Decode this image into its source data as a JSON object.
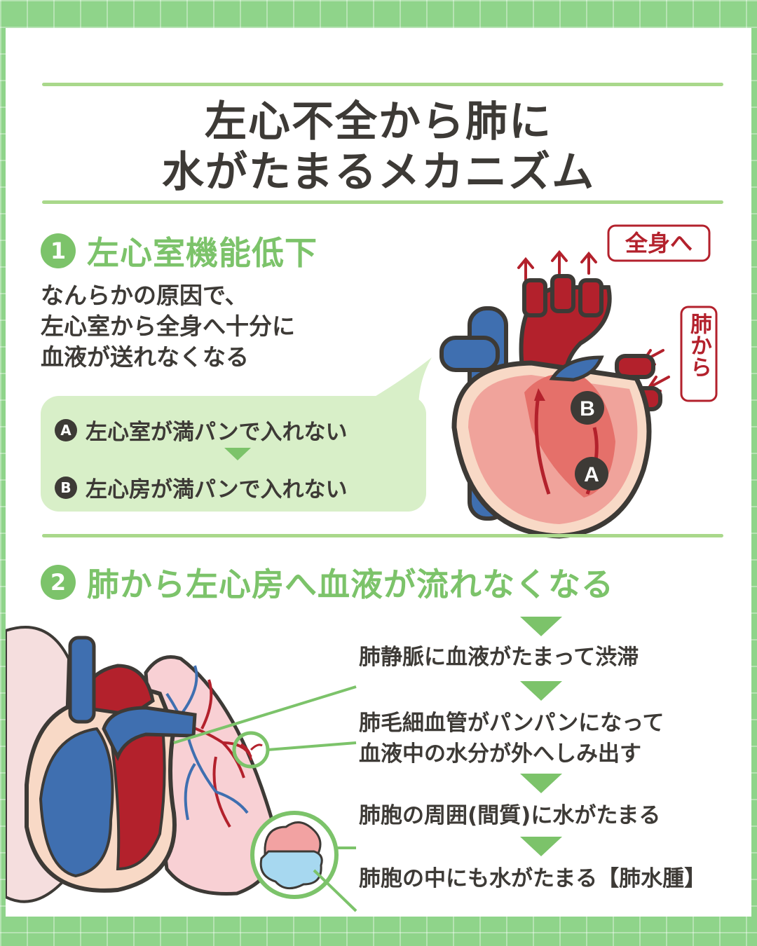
{
  "title": {
    "line1": "左心不全から肺に",
    "line2": "水がたまるメカニズム"
  },
  "section1": {
    "number": "1",
    "heading": "左心室機能低下",
    "description": [
      "なんらかの原因で、",
      "左心室から全身へ十分に",
      "血液が送れなくなる"
    ],
    "bubble": [
      {
        "badge": "A",
        "text": "左心室が満パンで入れない"
      },
      {
        "badge": "B",
        "text": "左心房が満パンで入れない"
      }
    ],
    "diagram": {
      "label_body": "全身へ",
      "label_lung": "肺から",
      "marker_a": "A",
      "marker_b": "B"
    }
  },
  "section2": {
    "number": "2",
    "heading": "肺から左心房へ血液が流れなくなる",
    "steps": [
      "肺静脈に血液がたまって渋滞",
      "肺毛細血管がパンパンになって",
      "血液中の水分が外へしみ出す",
      "肺胞の周囲(間質)に水がたまる",
      "肺胞の中にも水がたまる【肺水腫】"
    ]
  },
  "colors": {
    "accent": "#7cc36a",
    "bubble": "#d8efc8",
    "artery": "#b3212c",
    "vein": "#3f6fb0",
    "text": "#3d3a36"
  }
}
